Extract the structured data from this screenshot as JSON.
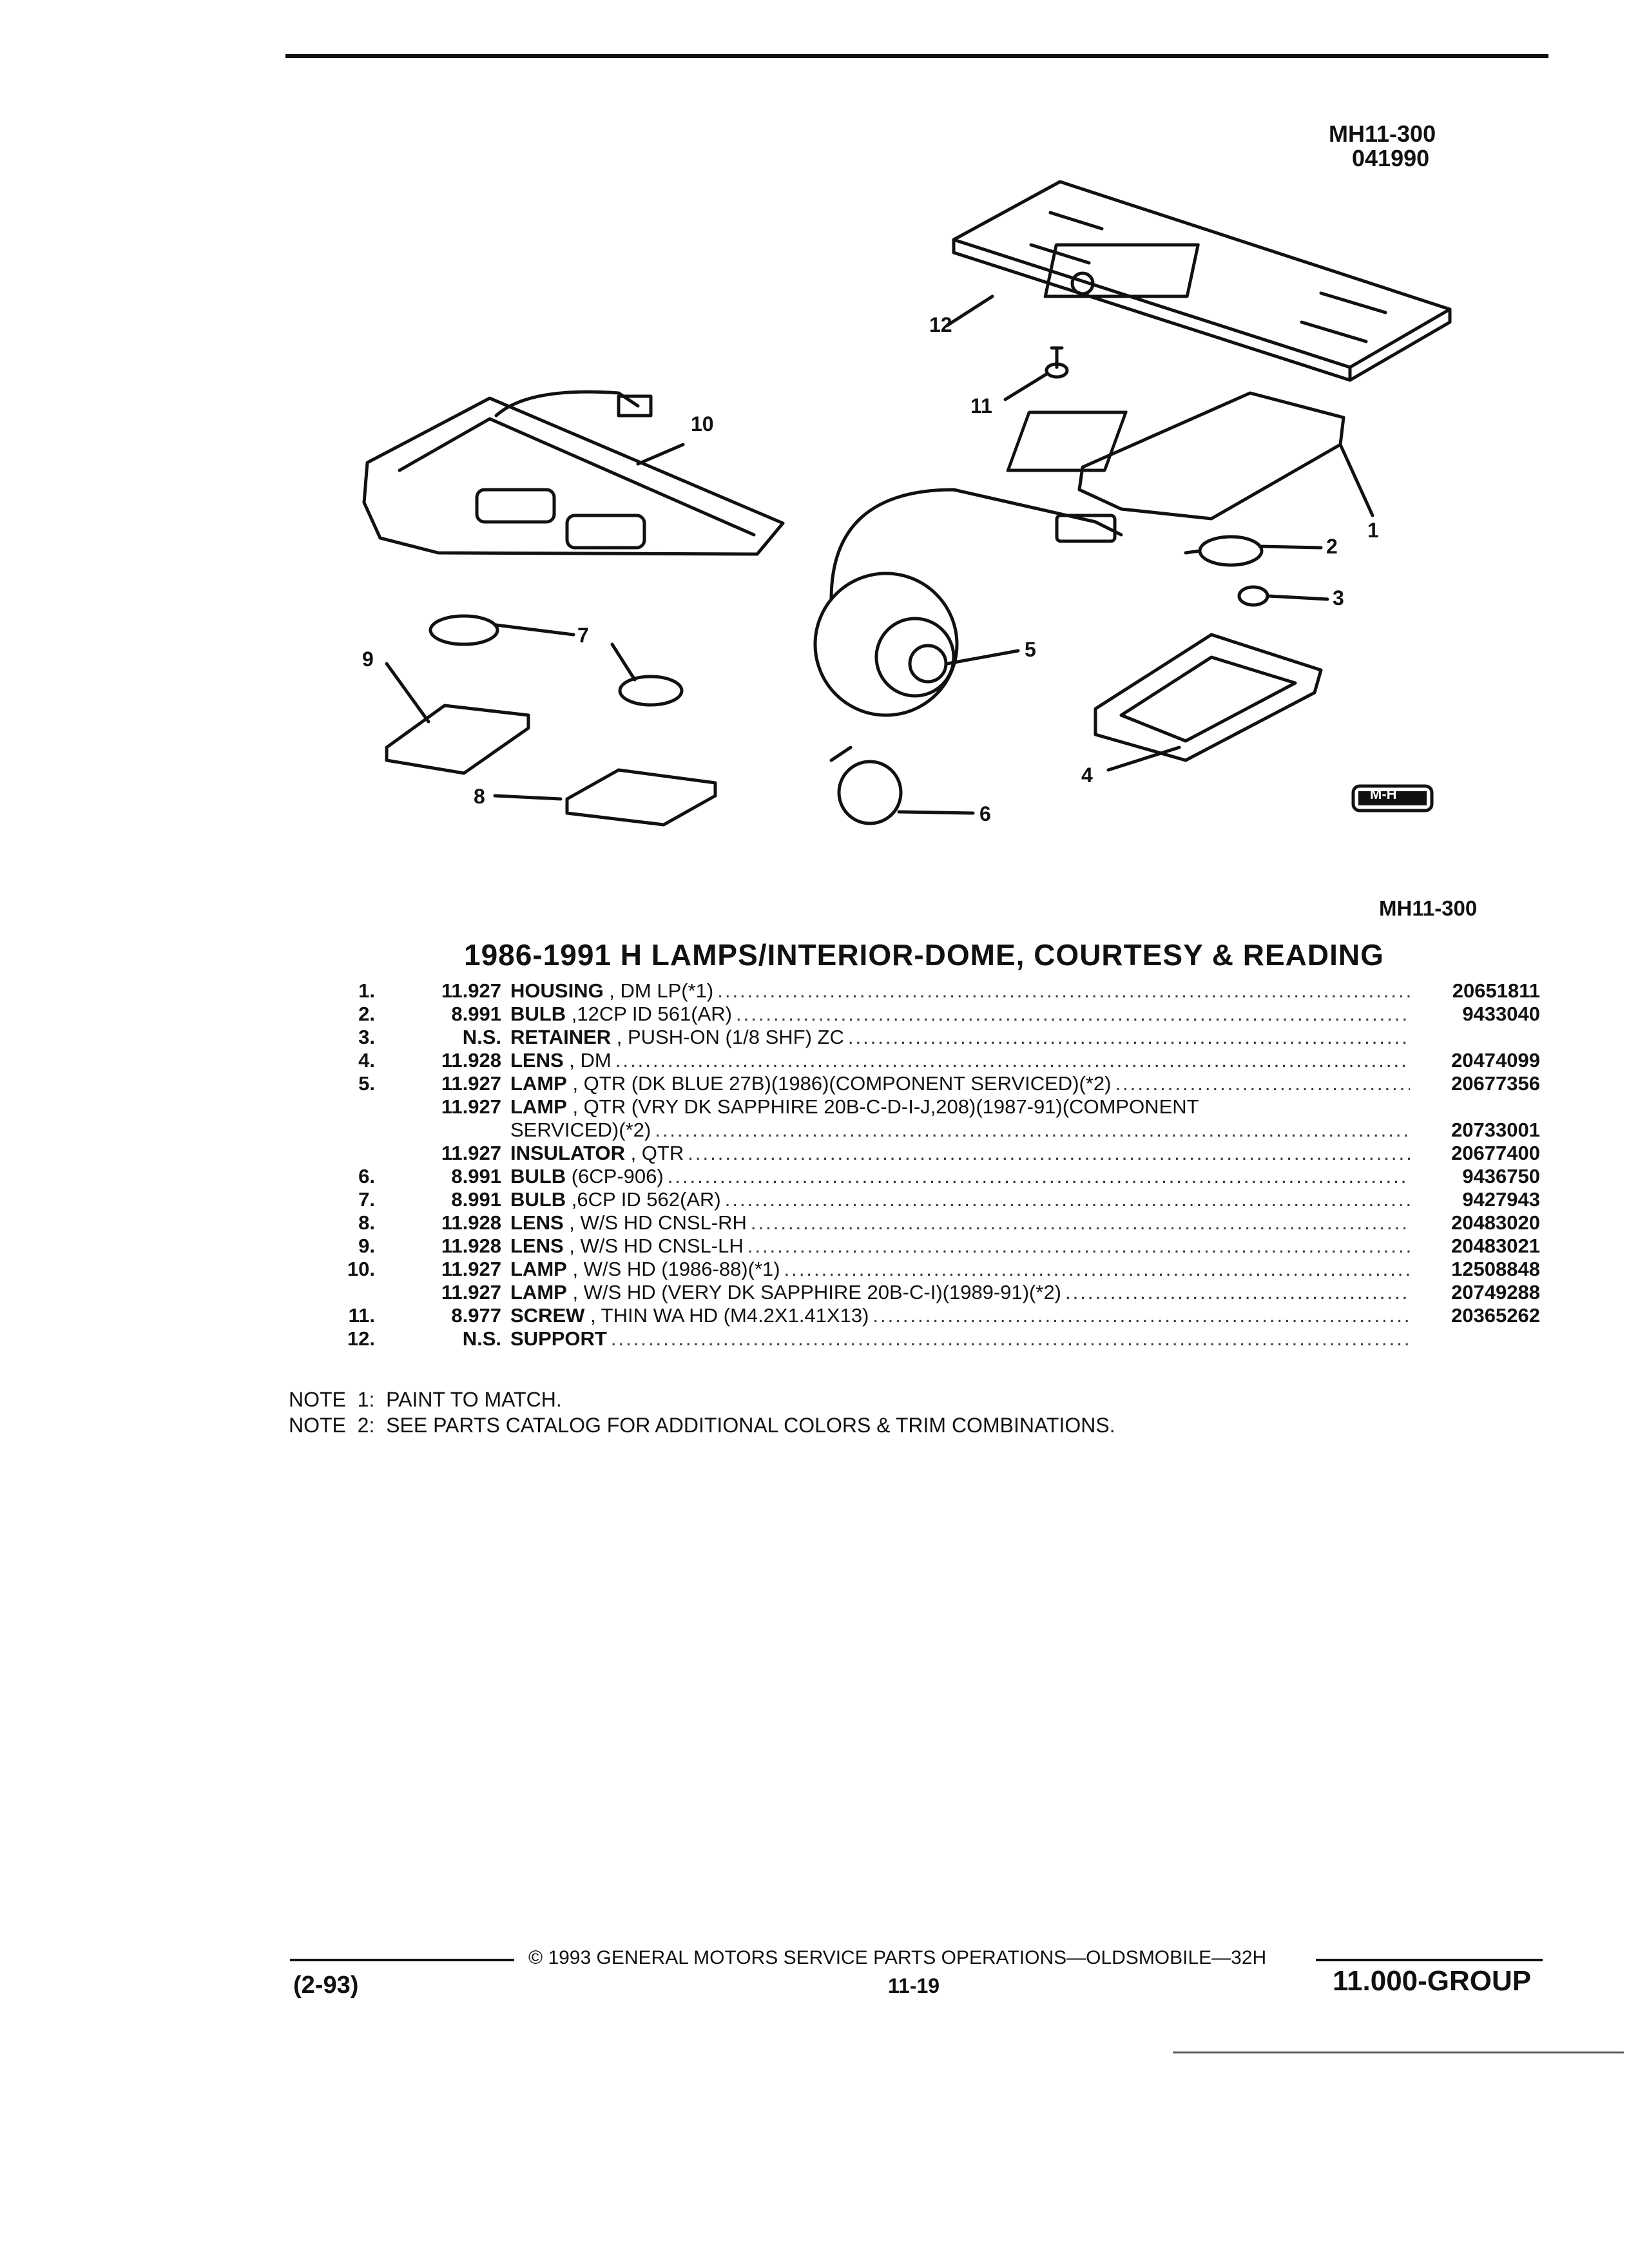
{
  "header": {
    "code_top": "MH11-300",
    "date_code": "041990",
    "code_bottom": "MH11-300"
  },
  "diagram": {
    "callouts": [
      "1",
      "2",
      "3",
      "4",
      "5",
      "6",
      "7",
      "8",
      "9",
      "10",
      "11",
      "12"
    ],
    "logo": "M-H"
  },
  "section_title": "1986-1991 H LAMPS/INTERIOR-DOME, COURTESY & READING",
  "parts": [
    {
      "num": "1.",
      "group": "11.927",
      "name": "HOUSING",
      "rest": " , DM LP(*1)",
      "part": "20651811"
    },
    {
      "num": "2.",
      "group": "8.991",
      "name": "BULB",
      "rest": " ,12CP ID 561(AR)",
      "part": "9433040"
    },
    {
      "num": "3.",
      "group": "N.S.",
      "name": "RETAINER",
      "rest": " , PUSH-ON (1/8 SHF) ZC",
      "part": ""
    },
    {
      "num": "4.",
      "group": "11.928",
      "name": "LENS",
      "rest": " , DM",
      "part": "20474099"
    },
    {
      "num": "5.",
      "group": "11.927",
      "name": "LAMP",
      "rest": " , QTR (DK BLUE 27B)(1986)(COMPONENT SERVICED)(*2)",
      "part": "20677356"
    },
    {
      "num": "",
      "group": "11.927",
      "name": "LAMP",
      "rest": " , QTR (VRY DK SAPPHIRE 20B-C-D-I-J,208)(1987-91)(COMPONENT",
      "part": "",
      "nodots": true
    },
    {
      "num": "",
      "group": "",
      "name": "",
      "rest": "SERVICED)(*2)",
      "part": "20733001"
    },
    {
      "num": "",
      "group": "11.927",
      "name": "INSULATOR",
      "rest": " , QTR",
      "part": "20677400"
    },
    {
      "num": "6.",
      "group": "8.991",
      "name": "BULB",
      "rest": " (6CP-906)",
      "part": "9436750"
    },
    {
      "num": "7.",
      "group": "8.991",
      "name": "BULB",
      "rest": " ,6CP ID 562(AR)",
      "part": "9427943"
    },
    {
      "num": "8.",
      "group": "11.928",
      "name": "LENS",
      "rest": " , W/S HD CNSL-RH",
      "part": "20483020"
    },
    {
      "num": "9.",
      "group": "11.928",
      "name": "LENS",
      "rest": " , W/S HD CNSL-LH",
      "part": "20483021"
    },
    {
      "num": "10.",
      "group": "11.927",
      "name": "LAMP",
      "rest": " , W/S HD (1986-88)(*1)",
      "part": "12508848"
    },
    {
      "num": "",
      "group": "11.927",
      "name": "LAMP",
      "rest": " , W/S HD (VERY DK SAPPHIRE 20B-C-I)(1989-91)(*2)",
      "part": "20749288"
    },
    {
      "num": "11.",
      "group": "8.977",
      "name": "SCREW",
      "rest": " , THIN WA HD (M4.2X1.41X13)",
      "part": "20365262"
    },
    {
      "num": "12.",
      "group": "N.S.",
      "name": "SUPPORT",
      "rest": "",
      "part": ""
    }
  ],
  "notes": [
    "NOTE  1:  PAINT TO MATCH.",
    "NOTE  2:  SEE PARTS CATALOG FOR ADDITIONAL COLORS & TRIM COMBINATIONS."
  ],
  "footer": {
    "copyright": "© 1993 GENERAL MOTORS SERVICE PARTS OPERATIONS—OLDSMOBILE—32H",
    "page": "11-19",
    "date": "(2-93)",
    "group": "11.000-GROUP"
  }
}
